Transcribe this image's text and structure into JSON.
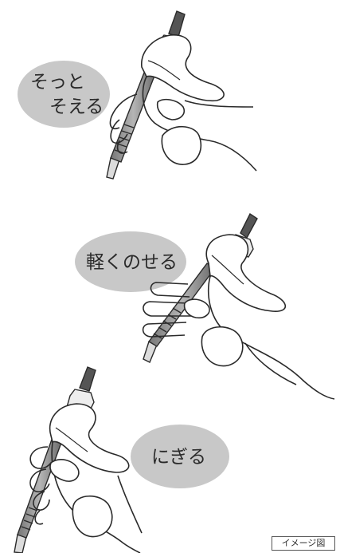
{
  "panels": [
    {
      "id": "soft",
      "label_lines": [
        "そっと",
        "そえる"
      ]
    },
    {
      "id": "light",
      "label_lines": [
        "軽くのせる"
      ]
    },
    {
      "id": "grip",
      "label_lines": [
        "にぎる"
      ]
    }
  ],
  "note": "イメージ図",
  "colors": {
    "bubble": "#c8c8c8",
    "line": "#2a2a2a",
    "pen_dark": "#555555",
    "pen_light": "#a9a9a9"
  }
}
